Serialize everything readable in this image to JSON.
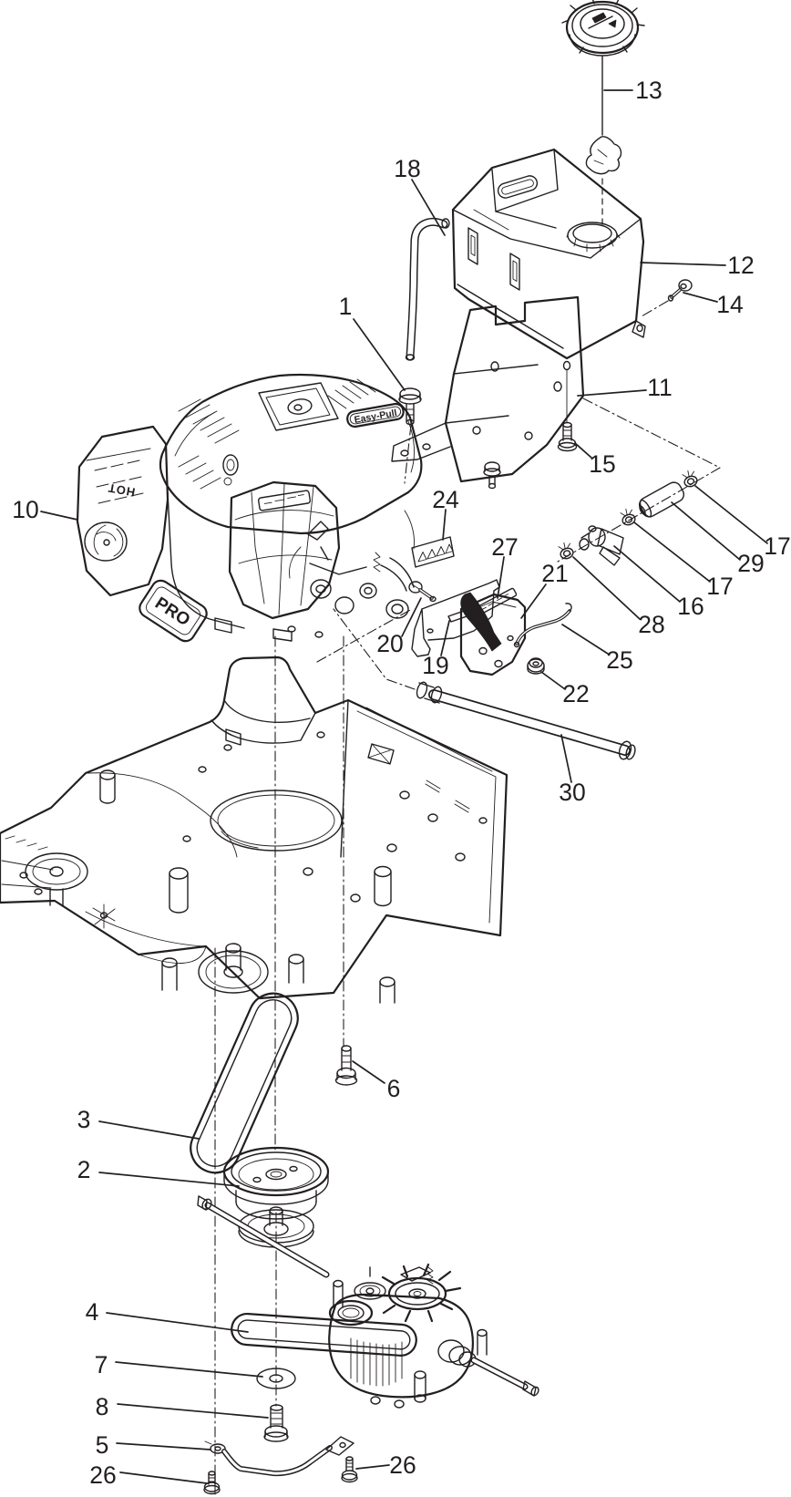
{
  "figure": {
    "background": "#ffffff",
    "line_color": "#231f20",
    "description": "Exploded parts diagram of lawn mower engine, fuel tank, deck and transmission assembly"
  },
  "drawing_text": {
    "easy_pull": "Easy-Pull",
    "pro": "PRO",
    "hot": "HOT"
  },
  "callouts": [
    {
      "label": "13",
      "part": "fuel-tank-cap"
    },
    {
      "label": "18",
      "part": "fuel-hose"
    },
    {
      "label": "12",
      "part": "fuel-tank"
    },
    {
      "label": "14",
      "part": "tank-screw"
    },
    {
      "label": "1",
      "part": "engine-bolt"
    },
    {
      "label": "11",
      "part": "tank-bracket"
    },
    {
      "label": "15",
      "part": "bracket-screw"
    },
    {
      "label": "10",
      "part": "engine"
    },
    {
      "label": "24",
      "part": "warning-decal"
    },
    {
      "label": "27",
      "part": "decal-strip"
    },
    {
      "label": "21",
      "part": "throttle-control"
    },
    {
      "label": "17",
      "part": "hose-clamp"
    },
    {
      "label": "29",
      "part": "fuel-filter"
    },
    {
      "label": "17",
      "part": "hose-clamp"
    },
    {
      "label": "16",
      "part": "fuel-shutoff-valve"
    },
    {
      "label": "28",
      "part": "hose-clamp"
    },
    {
      "label": "20",
      "part": "screw"
    },
    {
      "label": "19",
      "part": "mount-bracket"
    },
    {
      "label": "25",
      "part": "link-rod"
    },
    {
      "label": "22",
      "part": "nut"
    },
    {
      "label": "30",
      "part": "fuel-line-tube"
    },
    {
      "label": "6",
      "part": "carriage-bolt"
    },
    {
      "label": "3",
      "part": "drive-belt-upper"
    },
    {
      "label": "2",
      "part": "stacked-pulley"
    },
    {
      "label": "4",
      "part": "transmission-belt"
    },
    {
      "label": "7",
      "part": "washer"
    },
    {
      "label": "8",
      "part": "bolt"
    },
    {
      "label": "5",
      "part": "shift-rod-end"
    },
    {
      "label": "26",
      "part": "screw"
    },
    {
      "label": "26",
      "part": "screw"
    }
  ]
}
